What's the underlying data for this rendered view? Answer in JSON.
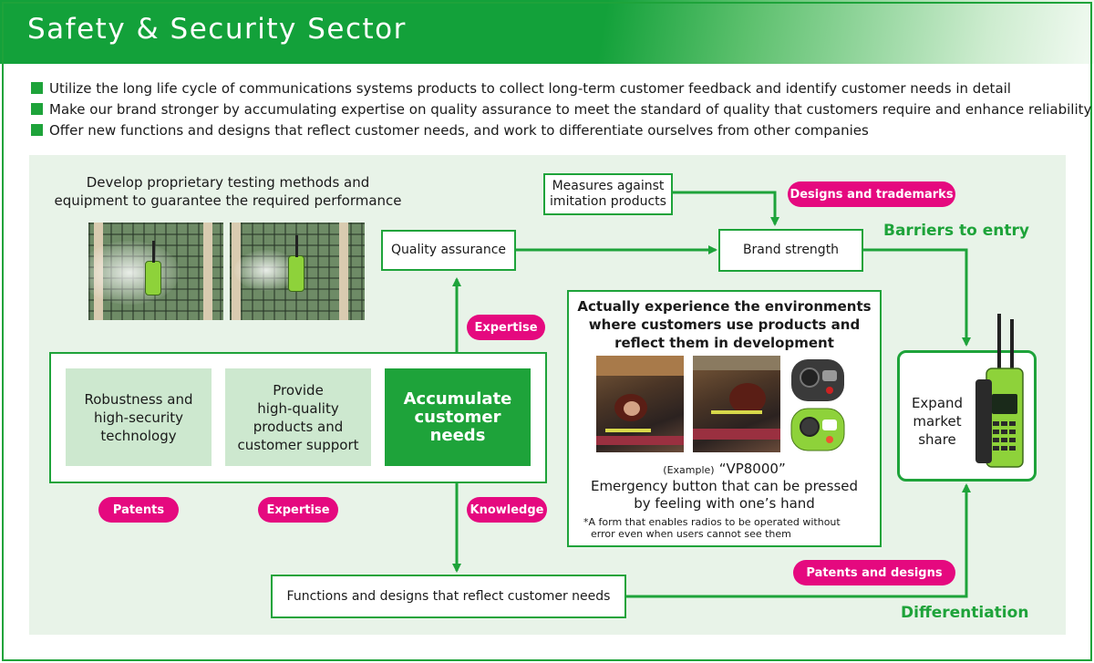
{
  "header": {
    "title": "Safety & Security Sector"
  },
  "bullets": [
    "Utilize the long life cycle of communications systems products to collect long-term customer feedback and identify customer needs in detail",
    "Make our brand stronger by accumulating expertise on quality assurance to meet the standard of quality that customers require and enhance reliability",
    "Offer new functions and designs that reflect customer needs, and work to differentiate ourselves from other companies"
  ],
  "testing": {
    "line1": "Develop proprietary testing methods and",
    "line2": "equipment to guarantee the required performance"
  },
  "boxes": {
    "quality_assurance": "Quality assurance",
    "measures_line1": "Measures against",
    "measures_line2": "imitation products",
    "brand_strength": "Brand strength",
    "functions_designs": "Functions and designs that reflect customer needs",
    "expand_line1": "Expand",
    "expand_line2": "market",
    "expand_line3": "share"
  },
  "core": {
    "robustness_line1": "Robustness and",
    "robustness_line2": "high-security",
    "robustness_line3": "technology",
    "provide_line1": "Provide",
    "provide_line2": "high-quality",
    "provide_line3": "products and",
    "provide_line4": "customer support",
    "accumulate_line1": "Accumulate",
    "accumulate_line2": "customer",
    "accumulate_line3": "needs"
  },
  "tags": {
    "designs_trademarks": "Designs and trademarks",
    "expertise_top": "Expertise",
    "patents": "Patents",
    "expertise_bottom": "Expertise",
    "knowledge": "Knowledge",
    "patents_designs": "Patents and designs"
  },
  "labels": {
    "barriers": "Barriers to entry",
    "differentiation": "Differentiation"
  },
  "experience": {
    "heading_line1": "Actually experience the environments",
    "heading_line2": "where customers use products and",
    "heading_line3": "reflect them in development",
    "example_prefix": "(Example)",
    "model": "“VP8000”",
    "caption_line1": "Emergency button that can be pressed",
    "caption_line2": "by feeling with one’s hand",
    "note_line1": "*A form that enables radios to be operated without",
    "note_line2": "error even when users cannot see them"
  },
  "colors": {
    "brand_green": "#1ea33a",
    "tag_magenta": "#e5097f",
    "panel_bg": "#e8f3e8",
    "light_box": "#cde8cf"
  }
}
